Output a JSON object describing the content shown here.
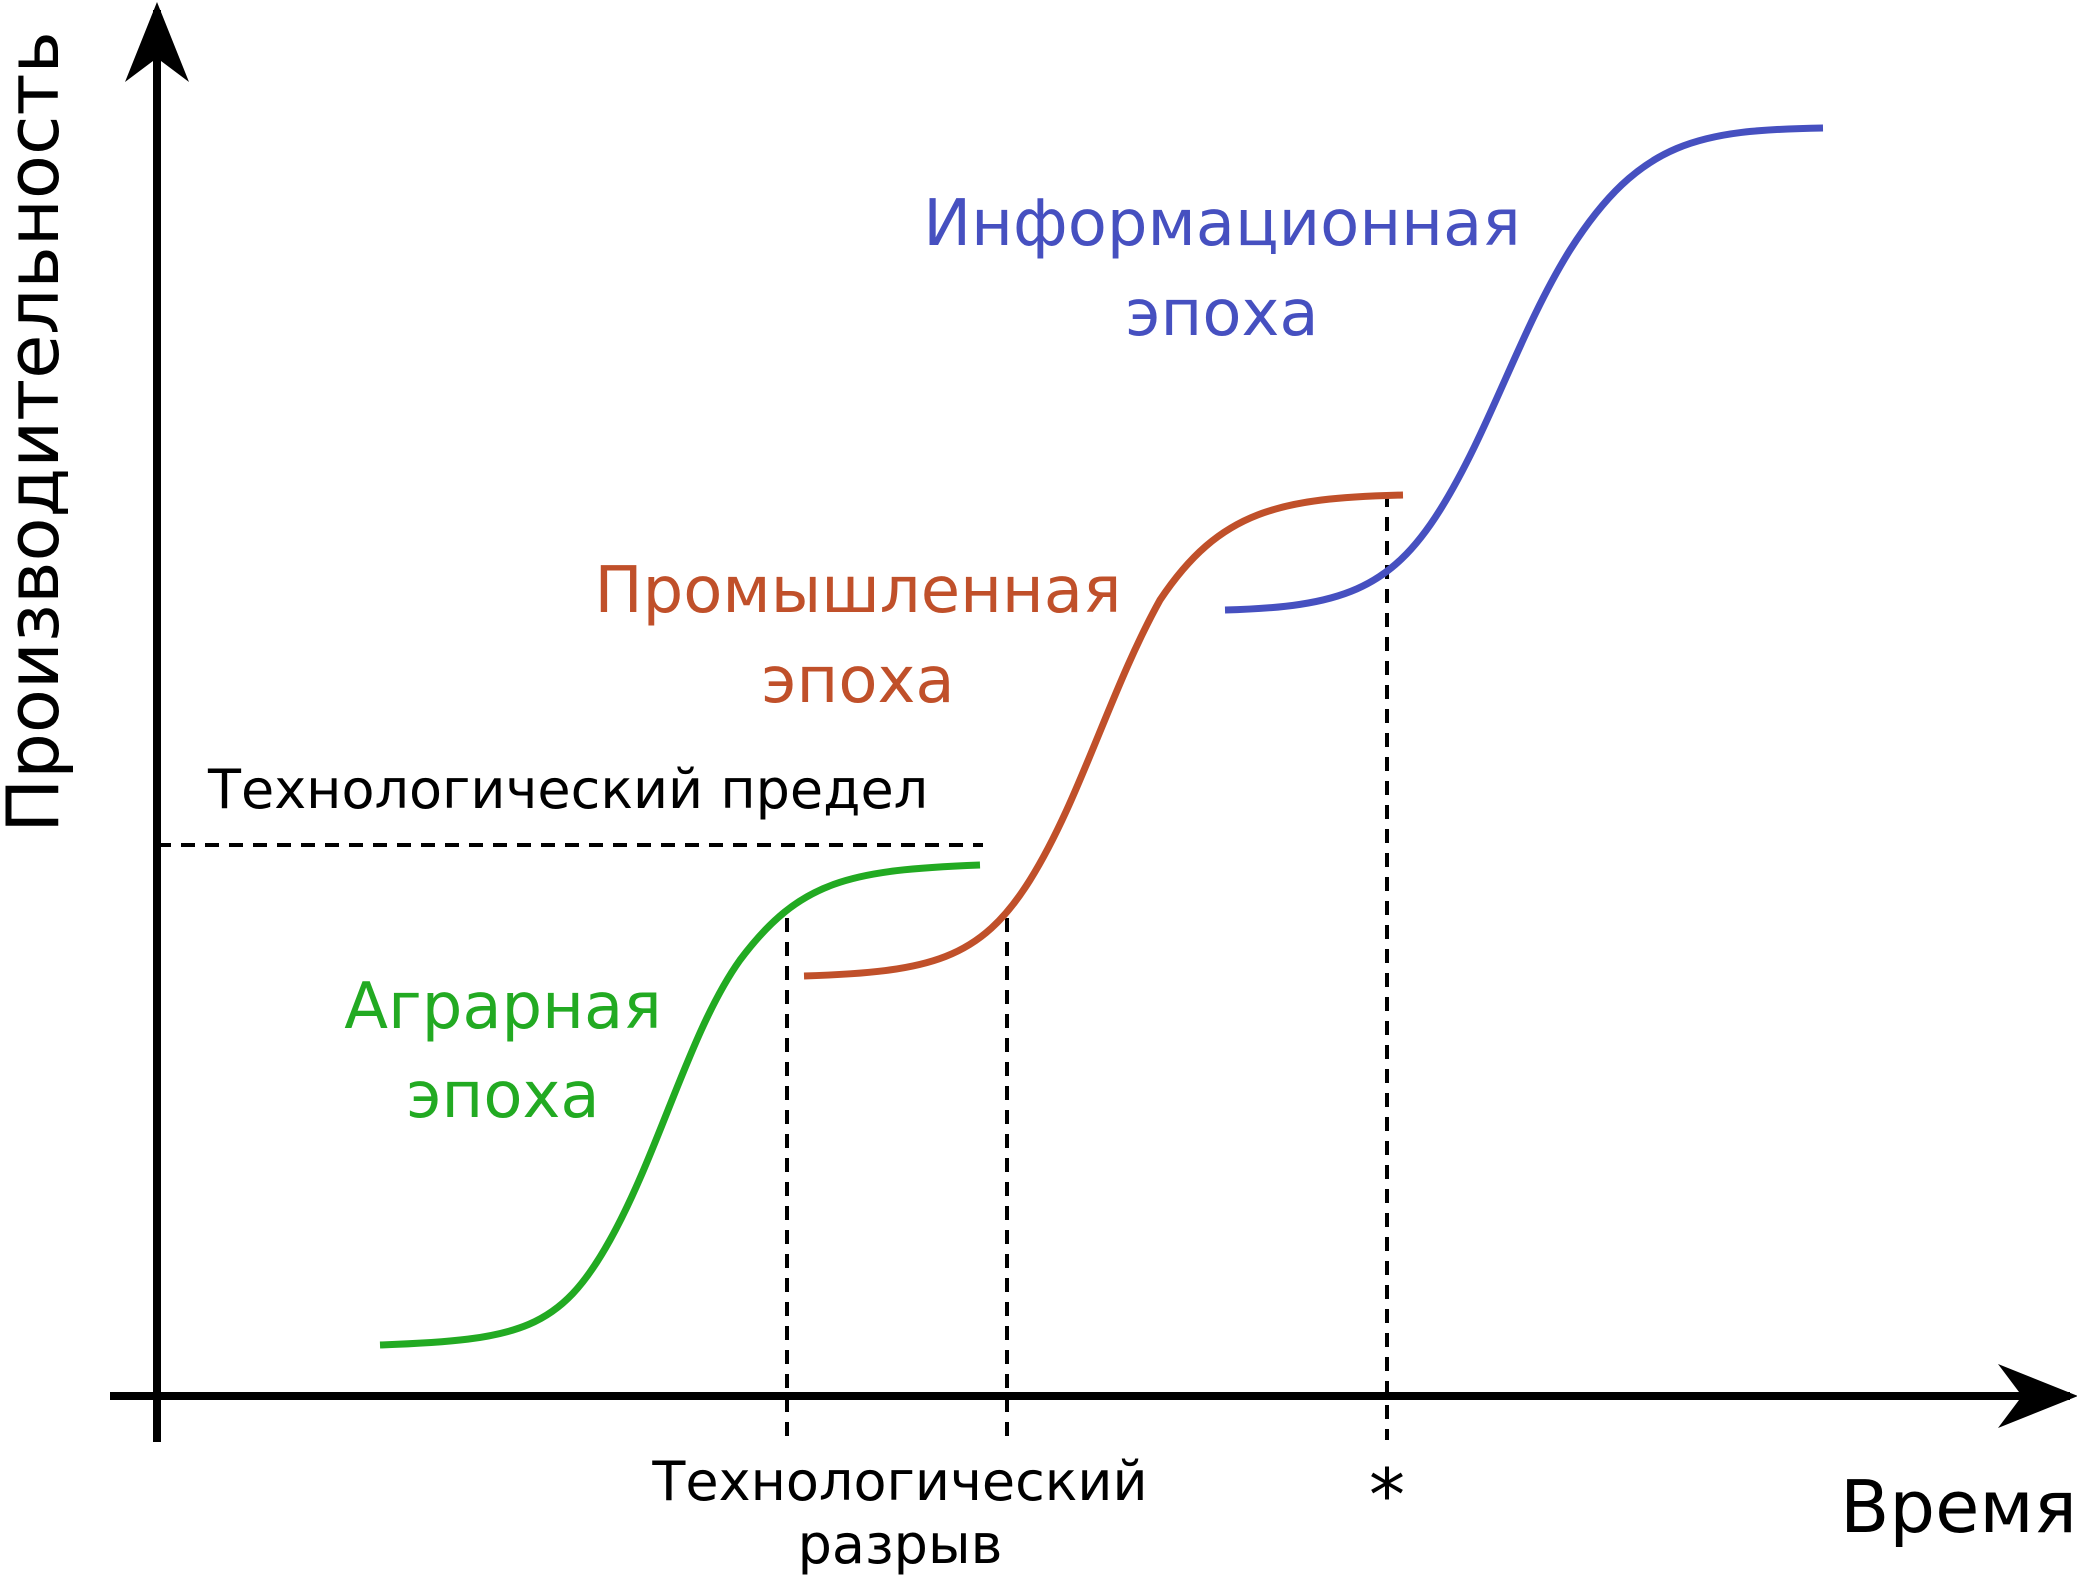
{
  "diagram": {
    "y_axis_label": "Производительность",
    "x_axis_label": "Время",
    "tech_limit_label": "Технологический предел",
    "tech_gap_label_line1": "Технологический",
    "tech_gap_label_line2": "разрыв",
    "star_marker": "*",
    "eras": [
      {
        "line1": "Аграрная",
        "line2": "эпоха",
        "color": "#22aa22"
      },
      {
        "line1": "Промышленная",
        "line2": "эпоха",
        "color": "#c0502a"
      },
      {
        "line1": "Информационная",
        "line2": "эпоха",
        "color": "#4650c0"
      }
    ]
  }
}
